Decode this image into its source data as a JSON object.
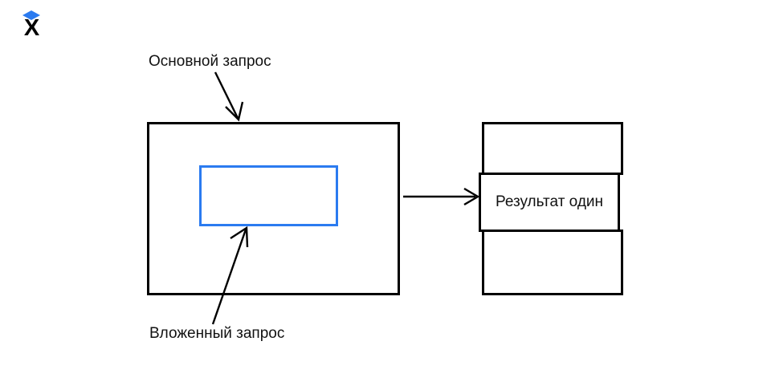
{
  "colors": {
    "accent": "#2b7bf0",
    "line": "#000000",
    "text": "#111111",
    "background": "#ffffff"
  },
  "logo": {
    "letter": "X"
  },
  "labels": {
    "main_query": "Основной запрос",
    "nested_query": "Вложенный запрос"
  },
  "table": {
    "rows": [
      {
        "text": ""
      },
      {
        "text": "Результат один"
      },
      {
        "text": ""
      }
    ]
  }
}
